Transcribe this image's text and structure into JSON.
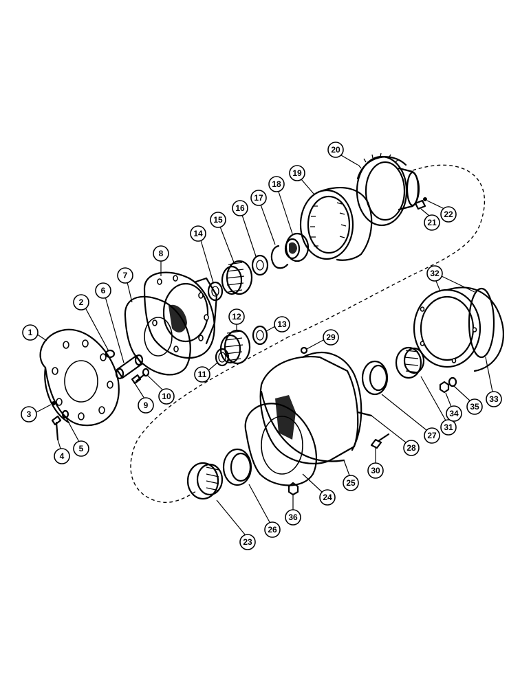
{
  "callouts": [
    {
      "id": "1",
      "label": "1"
    },
    {
      "id": "2",
      "label": "2"
    },
    {
      "id": "3",
      "label": "3"
    },
    {
      "id": "4",
      "label": "4"
    },
    {
      "id": "5",
      "label": "5"
    },
    {
      "id": "6",
      "label": "6"
    },
    {
      "id": "7",
      "label": "7"
    },
    {
      "id": "8",
      "label": "8"
    },
    {
      "id": "9",
      "label": "9"
    },
    {
      "id": "10",
      "label": "10"
    },
    {
      "id": "11",
      "label": "11"
    },
    {
      "id": "12",
      "label": "12"
    },
    {
      "id": "13",
      "label": "13"
    },
    {
      "id": "14",
      "label": "14"
    },
    {
      "id": "15",
      "label": "15"
    },
    {
      "id": "16",
      "label": "16"
    },
    {
      "id": "17",
      "label": "17"
    },
    {
      "id": "18",
      "label": "18"
    },
    {
      "id": "19",
      "label": "19"
    },
    {
      "id": "20",
      "label": "20"
    },
    {
      "id": "21",
      "label": "21"
    },
    {
      "id": "22",
      "label": "22"
    },
    {
      "id": "23",
      "label": "23"
    },
    {
      "id": "24",
      "label": "24"
    },
    {
      "id": "25",
      "label": "25"
    },
    {
      "id": "26",
      "label": "26"
    },
    {
      "id": "27",
      "label": "27"
    },
    {
      "id": "28",
      "label": "28"
    },
    {
      "id": "29",
      "label": "29"
    },
    {
      "id": "30",
      "label": "30"
    },
    {
      "id": "31",
      "label": "31"
    },
    {
      "id": "32",
      "label": "32"
    },
    {
      "id": "33",
      "label": "33"
    },
    {
      "id": "34",
      "label": "34"
    },
    {
      "id": "35",
      "label": "35"
    },
    {
      "id": "36",
      "label": "36"
    }
  ]
}
